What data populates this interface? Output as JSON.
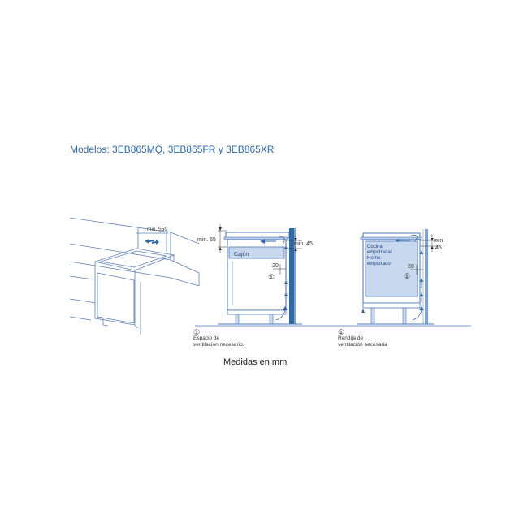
{
  "title": "Modelos: 3EB865MQ, 3EB865FR y 3EB865XR",
  "caption": "Medidas en mm",
  "perspective": {
    "dim_min_550": "min. 550"
  },
  "drawer_case": {
    "dim_min_65": "min. 65",
    "dim_min_45": "min. 45",
    "drawer_label": "Cajón",
    "dim_20": "20",
    "vent_marker": "①",
    "note_marker": "①",
    "note_line1": "Espacio de",
    "note_line2": "ventilación necesario."
  },
  "oven_case": {
    "dim_min": "min.",
    "dim_45": "45",
    "oven_label_1": "Cocina",
    "oven_label_2": "empotrada/",
    "oven_label_3": "Horno",
    "oven_label_4": "empotrado",
    "dim_20": "20",
    "vent_marker": "①",
    "note_marker": "①",
    "note_line1": "Rendija de",
    "note_line2": "ventilación necesaria"
  },
  "colors": {
    "blue": "#2e6aa6",
    "line": "#4a78b8",
    "light_blue": "#d8e3f2",
    "dark": "#1b3f7a"
  }
}
